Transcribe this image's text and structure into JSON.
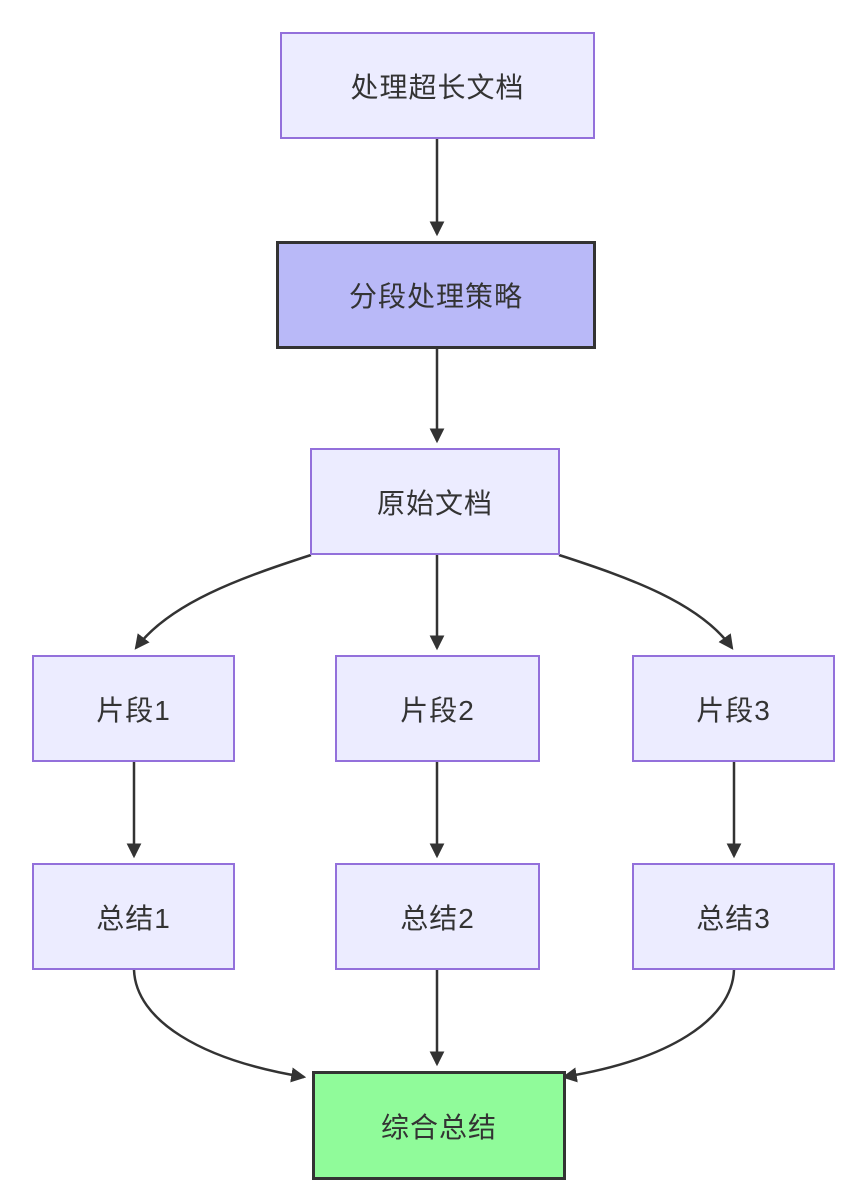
{
  "diagram": {
    "type": "flowchart",
    "direction": "top-down",
    "nodes": {
      "doc": {
        "label": "处理超长文档",
        "style": "lavender"
      },
      "strategy": {
        "label": "分段处理策略",
        "style": "highlight"
      },
      "original": {
        "label": "原始文档",
        "style": "lavender"
      },
      "chunk1": {
        "label": "片段1",
        "style": "lavender"
      },
      "chunk2": {
        "label": "片段2",
        "style": "lavender"
      },
      "chunk3": {
        "label": "片段3",
        "style": "lavender"
      },
      "sum1": {
        "label": "总结1",
        "style": "lavender"
      },
      "sum2": {
        "label": "总结2",
        "style": "lavender"
      },
      "sum3": {
        "label": "总结3",
        "style": "lavender"
      },
      "final": {
        "label": "综合总结",
        "style": "result"
      }
    },
    "edges": [
      {
        "from": "doc",
        "to": "strategy"
      },
      {
        "from": "strategy",
        "to": "original"
      },
      {
        "from": "original",
        "to": "chunk1"
      },
      {
        "from": "original",
        "to": "chunk2"
      },
      {
        "from": "original",
        "to": "chunk3"
      },
      {
        "from": "chunk1",
        "to": "sum1"
      },
      {
        "from": "chunk2",
        "to": "sum2"
      },
      {
        "from": "chunk3",
        "to": "sum3"
      },
      {
        "from": "sum1",
        "to": "final"
      },
      {
        "from": "sum2",
        "to": "final"
      },
      {
        "from": "sum3",
        "to": "final"
      }
    ],
    "colors": {
      "node_fill": "#ECECFF",
      "node_border": "#9370DB",
      "highlight_fill": "#B9B9F8",
      "highlight_border": "#333333",
      "result_fill": "#90FB9A",
      "result_border": "#333333",
      "edge": "#333333",
      "text": "#333333",
      "background": "#FFFFFF"
    }
  }
}
